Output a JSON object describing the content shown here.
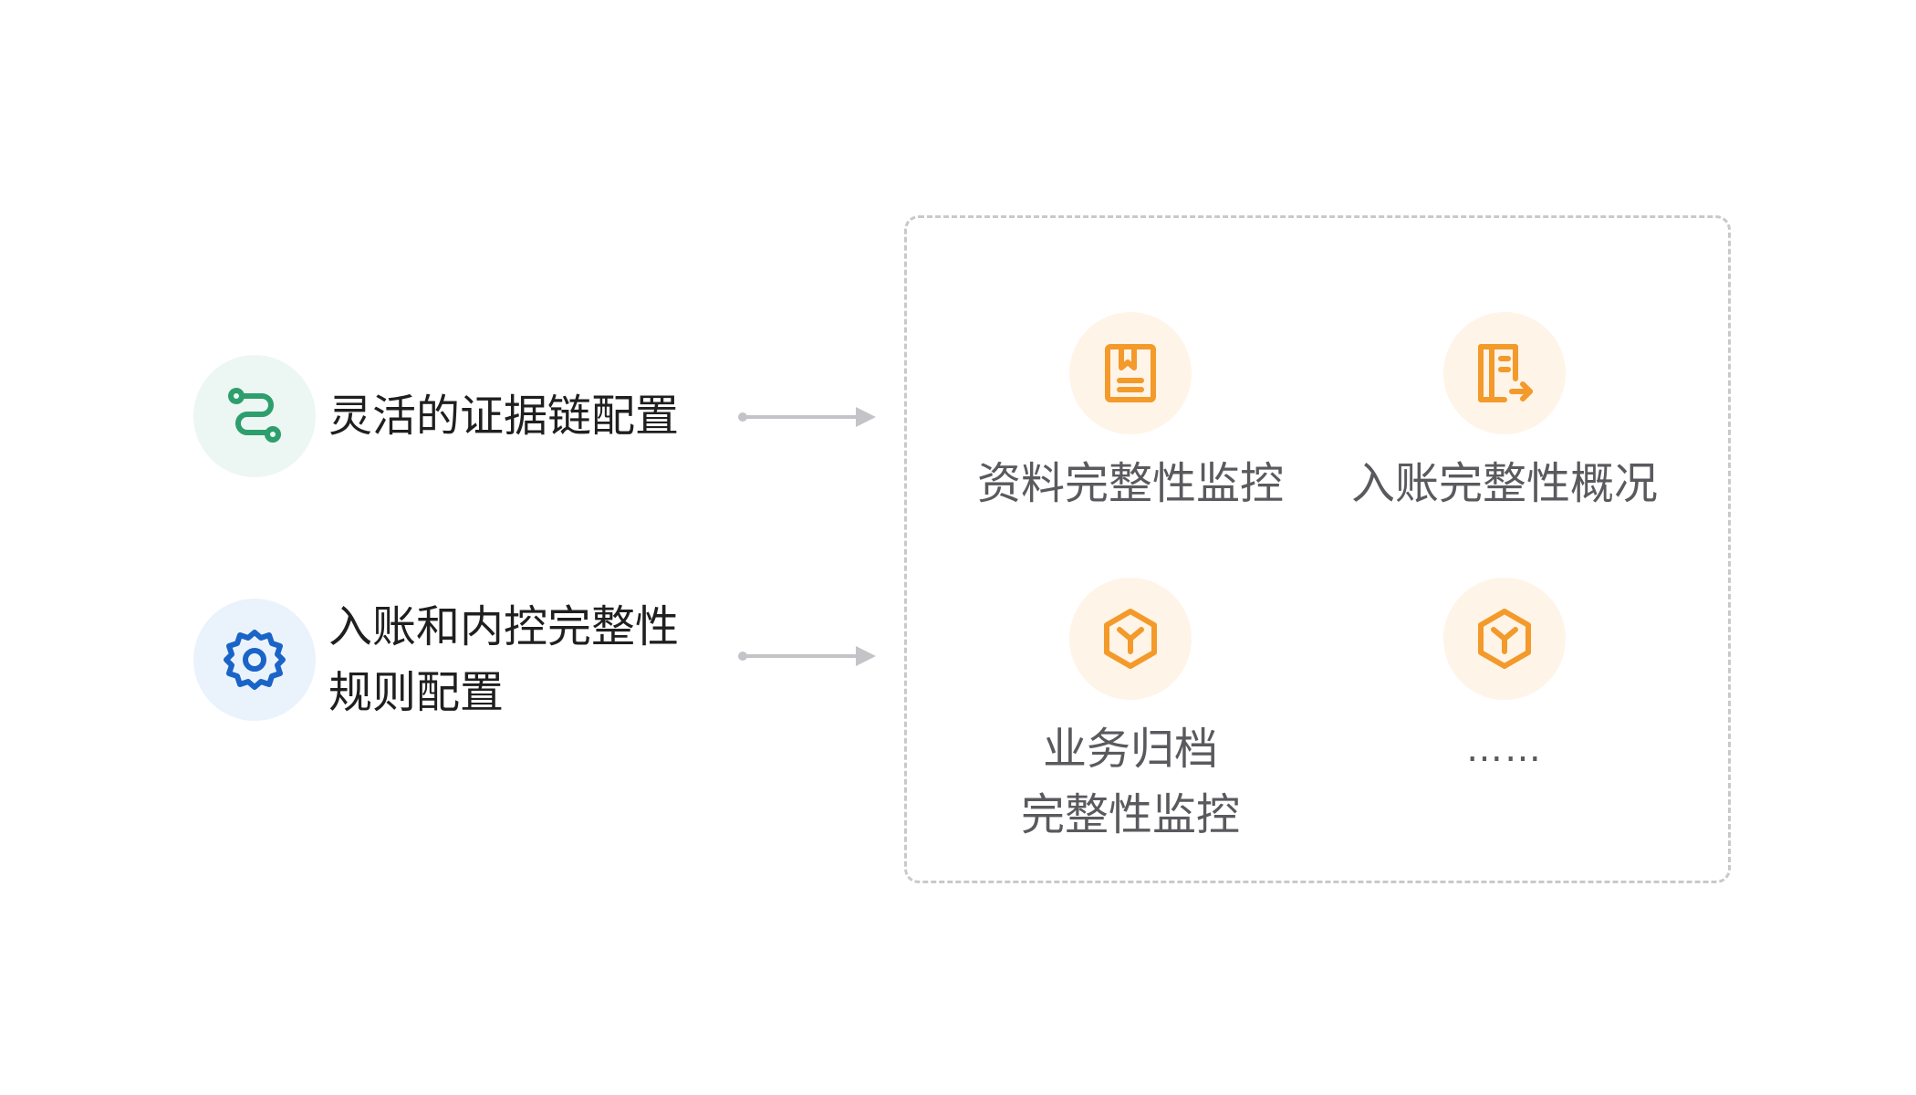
{
  "left_items": [
    {
      "lines": [
        "灵活的证据链配置"
      ],
      "icon": "route-icon",
      "icon_color": "#2e9e6d",
      "circle_color": "#ecf7f3"
    },
    {
      "lines": [
        "入账和内控完整性",
        "规则配置"
      ],
      "icon": "gear-icon",
      "icon_color": "#1a64c8",
      "circle_color": "#eaf3fc"
    }
  ],
  "features": [
    {
      "lines": [
        "资料完整性监控"
      ],
      "icon": "bookmark-book-icon"
    },
    {
      "lines": [
        "入账完整性概况"
      ],
      "icon": "document-export-icon"
    },
    {
      "lines": [
        "业务归档",
        "完整性监控"
      ],
      "icon": "cube-icon"
    },
    {
      "lines": [
        "……"
      ],
      "icon": "cube-icon"
    }
  ],
  "colors": {
    "accent_orange": "#f39a2b",
    "feature_circle": "#fff4e8",
    "arrow_gray": "#c4c4c8",
    "border_gray": "#c9c9cc"
  }
}
